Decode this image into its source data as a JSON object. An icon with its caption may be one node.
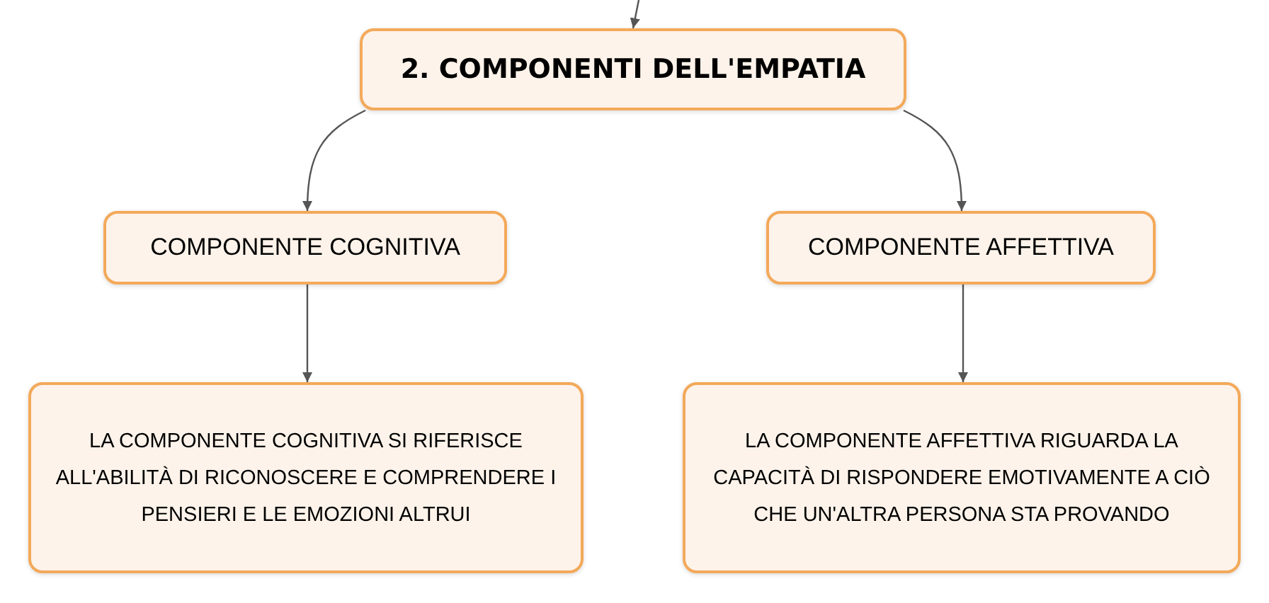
{
  "diagram": {
    "nodes": [
      {
        "text": [
          "2. COMPONENTI DELL'EMPATIA"
        ]
      },
      {
        "text": [
          "COMPONENTE COGNITIVA"
        ]
      },
      {
        "text": [
          "COMPONENTE AFFETTIVA"
        ]
      },
      {
        "text": [
          "LA COMPONENTE COGNITIVA SI RIFERISCE ALL'ABILITÀ DI RICONOSCERE E COMPRENDERE I PENSIERI E LE EMOZIONI ALTRUI"
        ]
      },
      {
        "text": [
          "LA COMPONENTE AFFETTIVA RIGUARDA LA CAPACITÀ DI RISPONDERE EMOTIVAMENTE A CIÒ CHE UN'ALTRA PERSONA STA PROVANDO"
        ]
      }
    ],
    "edges": [
      {
        "from": null,
        "to": 0,
        "arrow": "to"
      },
      {
        "from": 0,
        "to": 1,
        "arrow": "to"
      },
      {
        "from": 0,
        "to": 2,
        "arrow": "to"
      },
      {
        "from": 1,
        "to": 3,
        "arrow": "to"
      },
      {
        "from": 2,
        "to": 4,
        "arrow": "to"
      }
    ]
  }
}
